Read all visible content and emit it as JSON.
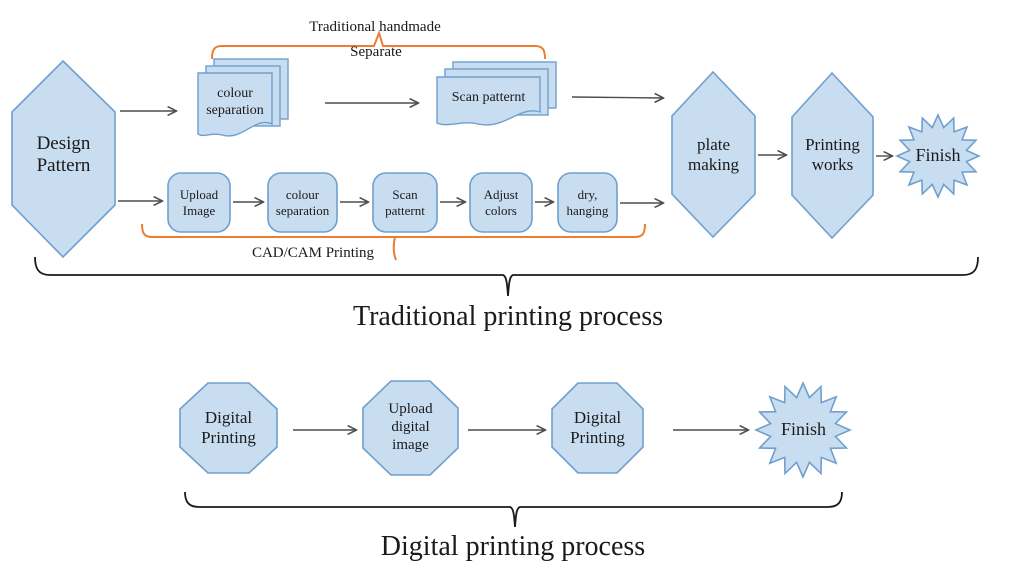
{
  "colors": {
    "shape_fill": "#C9DDF1",
    "shape_border": "#6FA0CD",
    "bracket_orange": "#ED7D31",
    "arrow": "#4D4D4D",
    "brace_black": "#1A1A1A"
  },
  "labels": {
    "traditional_handmade": "Traditional handmade",
    "separate": "Separate",
    "cad_cam_printing": "CAD/CAM Printing",
    "traditional_process_title": "Traditional printing process",
    "digital_process_title": "Digital printing process"
  },
  "nodes": {
    "design_pattern": "Design\nPattern",
    "colour_separation_docs": "colour\nseparation",
    "scan_pattern_docs": "Scan patternt",
    "upload_image": "Upload\nImage",
    "colour_separation_box": "colour\nseparation",
    "scan_pattern_box": "Scan\npatternt",
    "adjust_colors": "Adjust\ncolors",
    "dry_hanging": "dry,\nhanging",
    "plate_making": "plate\nmaking",
    "printing_works": "Printing\nworks",
    "finish_top": "Finish",
    "digital_printing_1": "Digital\nPrinting",
    "upload_digital_image": "Upload\ndigital\nimage",
    "digital_printing_2": "Digital\nPrinting",
    "finish_bottom": "Finish"
  }
}
